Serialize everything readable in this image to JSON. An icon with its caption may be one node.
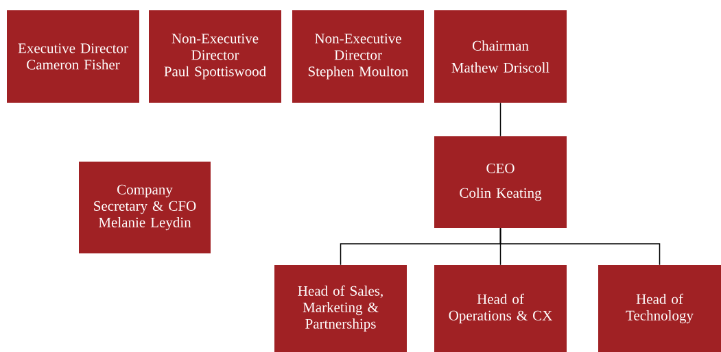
{
  "diagram": {
    "nodes": [
      {
        "text": [
          "Executive Director",
          "Cameron Fisher"
        ]
      },
      {
        "text": [
          "Non-Executive Director",
          "Paul Spottiswood"
        ]
      },
      {
        "text": [
          "Non-Executive Director",
          "Stephen Moulton"
        ]
      },
      {
        "text": [
          "Chairman",
          "Mathew Driscoll"
        ]
      },
      {
        "text": [
          "CEO",
          "Colin Keating"
        ]
      },
      {
        "text": [
          "Company Secretary & CFO",
          "Melanie Leydin"
        ]
      },
      {
        "text": [
          "Head of Sales, Marketing & Partnerships"
        ]
      },
      {
        "text": [
          "Head of Operations & CX"
        ]
      },
      {
        "text": [
          "Head of Technology"
        ]
      }
    ],
    "edges": [
      {
        "from": 3,
        "to": 4,
        "arrow": "none"
      },
      {
        "from": 4,
        "to": 6,
        "arrow": "none"
      },
      {
        "from": 4,
        "to": 7,
        "arrow": "none"
      },
      {
        "from": 4,
        "to": 8,
        "arrow": "none"
      }
    ]
  }
}
